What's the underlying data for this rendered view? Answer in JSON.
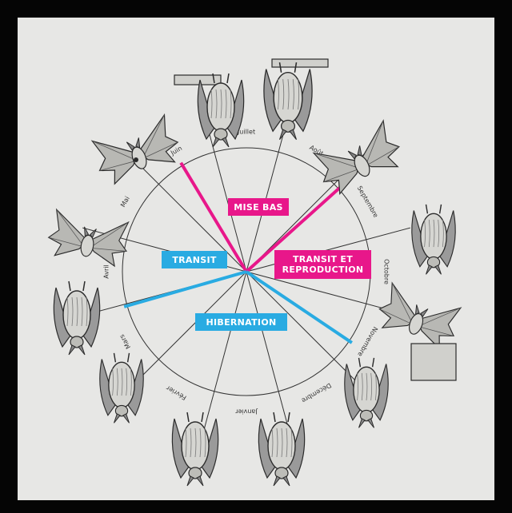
{
  "colors": {
    "frame": "#050505",
    "background": "#e7e7e5",
    "ink": "#333333",
    "summer_phase": "#e8178a",
    "winter_phase": "#29abe2",
    "label_text": "#ffffff"
  },
  "months": [
    "Juillet",
    "Août",
    "Septembre",
    "Octobre",
    "Novembre",
    "Décembre",
    "Janvier",
    "Février",
    "Mars",
    "Avril",
    "Mai",
    "Juin"
  ],
  "phases": {
    "mise_bas": "MISE BAS",
    "transit": "TRANSIT",
    "transit_reproduction": "TRANSIT ET REPRODUCTION",
    "hibernation": "HIBERNATION"
  },
  "illustrations": [
    "bat-hanging-roof-icon",
    "bat-hanging-roof-pair-icon",
    "bat-flying-icon",
    "bat-pair-hanging-icon",
    "bat-flying-wall-icon",
    "bat-hanging-icon",
    "bat-hanging-icon",
    "bat-hanging-icon",
    "bat-hanging-icon",
    "bat-hanging-icon",
    "bat-flying-icon",
    "bat-flying-insect-icon"
  ]
}
